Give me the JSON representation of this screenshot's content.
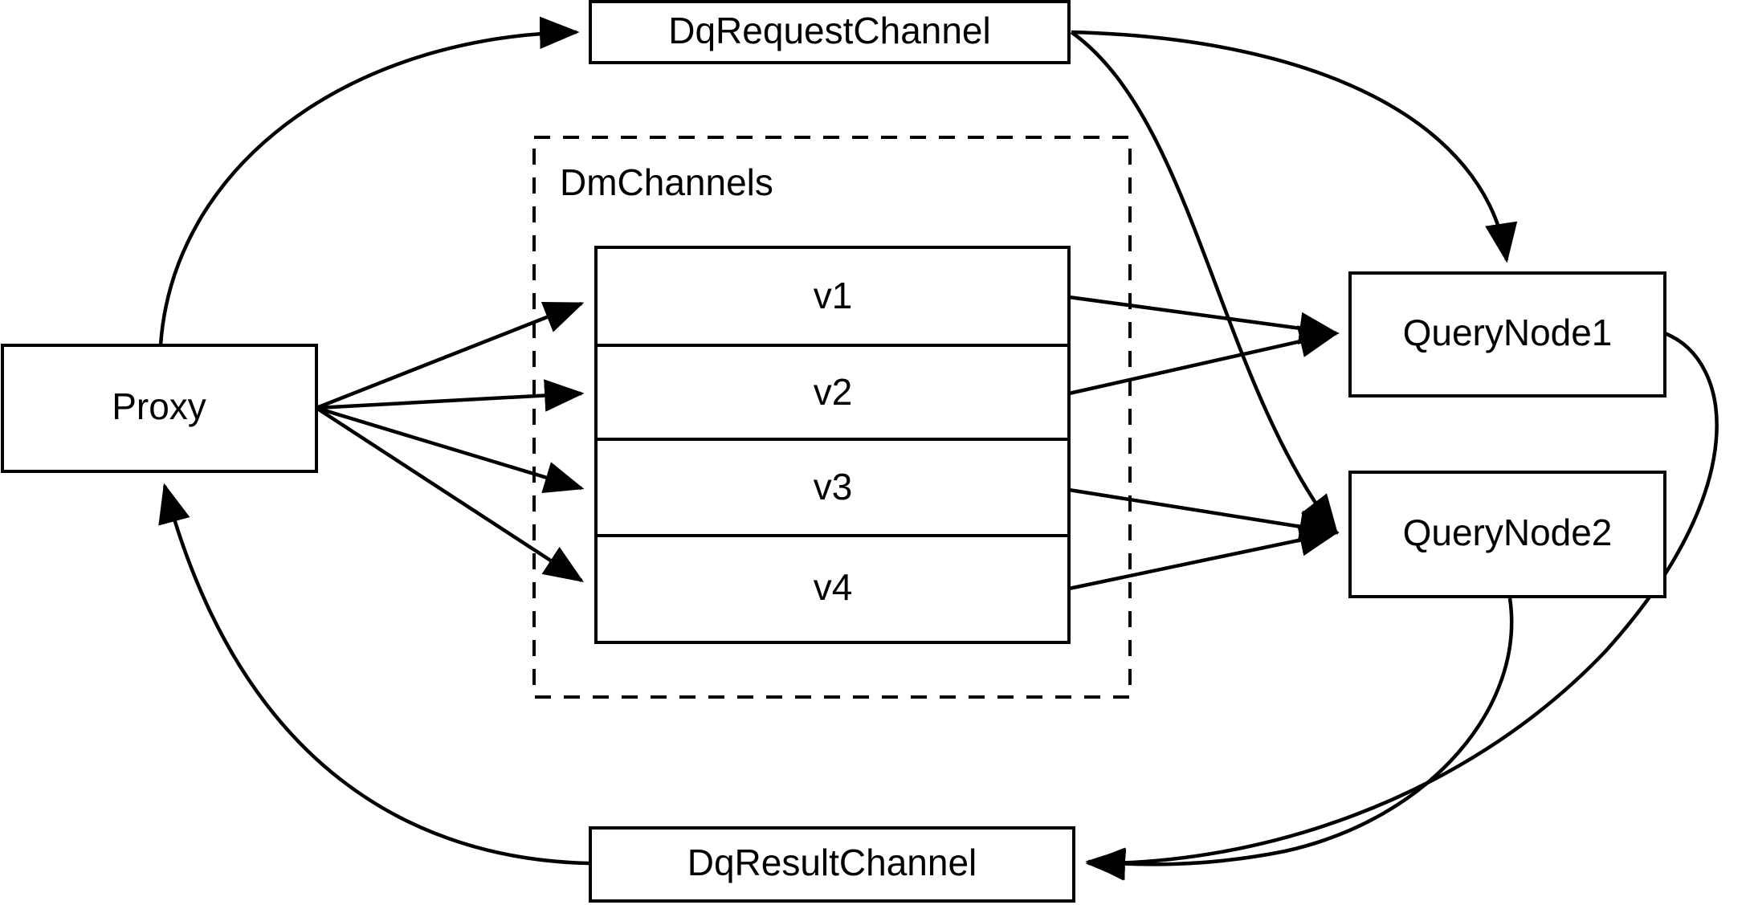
{
  "diagram": {
    "title": "Milvus query flow diagram",
    "background_color": "#ffffff",
    "stroke_color": "#000000",
    "nodes": {
      "proxy": {
        "label": "Proxy"
      },
      "dq_request_channel": {
        "label": "DqRequestChannel"
      },
      "dq_result_channel": {
        "label": "DqResultChannel"
      },
      "query_node_1": {
        "label": "QueryNode1"
      },
      "query_node_2": {
        "label": "QueryNode2"
      }
    },
    "group": {
      "label": "DmChannels",
      "style": "dashed"
    },
    "channel_rows": [
      {
        "label": "v1"
      },
      {
        "label": "v2"
      },
      {
        "label": "v3"
      },
      {
        "label": "v4"
      }
    ],
    "edges": [
      {
        "from": "Proxy",
        "to": "DqRequestChannel",
        "style": "curved",
        "arrow": true
      },
      {
        "from": "DqRequestChannel",
        "to": "QueryNode1",
        "style": "curved",
        "arrow": true
      },
      {
        "from": "DqRequestChannel",
        "to": "QueryNode2",
        "style": "curved",
        "arrow": true
      },
      {
        "from": "Proxy",
        "to": "v1",
        "style": "straight",
        "arrow": true
      },
      {
        "from": "Proxy",
        "to": "v2",
        "style": "straight",
        "arrow": true
      },
      {
        "from": "Proxy",
        "to": "v3",
        "style": "straight",
        "arrow": true
      },
      {
        "from": "Proxy",
        "to": "v4",
        "style": "straight",
        "arrow": true
      },
      {
        "from": "v1",
        "to": "QueryNode1",
        "style": "straight",
        "arrow": true
      },
      {
        "from": "v2",
        "to": "QueryNode1",
        "style": "straight",
        "arrow": true
      },
      {
        "from": "v3",
        "to": "QueryNode2",
        "style": "straight",
        "arrow": true
      },
      {
        "from": "v4",
        "to": "QueryNode2",
        "style": "straight",
        "arrow": true
      },
      {
        "from": "QueryNode1",
        "to": "DqResultChannel",
        "style": "curved",
        "arrow": true
      },
      {
        "from": "QueryNode2",
        "to": "DqResultChannel",
        "style": "curved",
        "arrow": true
      },
      {
        "from": "DqResultChannel",
        "to": "Proxy",
        "style": "curved",
        "arrow": true
      }
    ]
  }
}
